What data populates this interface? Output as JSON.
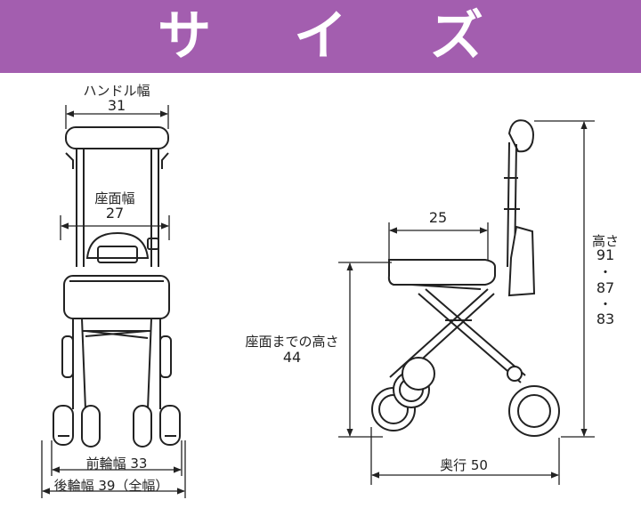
{
  "title": "サ イ ズ",
  "colors": {
    "banner": "#a35eaf",
    "text": "#ffffff",
    "line": "#222222"
  },
  "front_view": {
    "handle_width": {
      "label": "ハンドル幅",
      "value": "31"
    },
    "seat_width": {
      "label": "座面幅",
      "value": "27"
    },
    "front_wheel_width": {
      "text": "前輪幅 33"
    },
    "rear_wheel_width": {
      "text": "後輪幅 39（全幅）"
    }
  },
  "side_view": {
    "seat_depth": {
      "value": "25"
    },
    "height": {
      "label": "高さ",
      "values": [
        "91",
        "・",
        "87",
        "・",
        "83"
      ]
    },
    "seat_height": {
      "label": "座面までの高さ",
      "value": "44"
    },
    "depth": {
      "text": "奥行 50"
    }
  }
}
